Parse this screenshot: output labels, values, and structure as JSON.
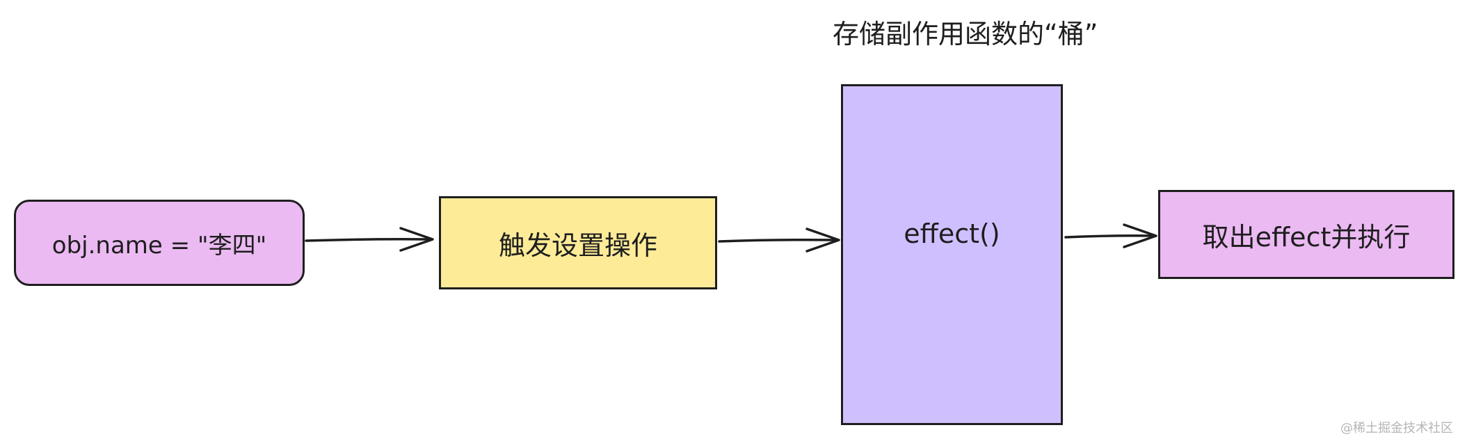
{
  "colors": {
    "stroke": "#1e1e1e",
    "start_fill": "#ebbaf2",
    "trigger_fill": "#fdeb98",
    "bucket_fill": "#d0bfff",
    "exec_fill": "#ebbaf2"
  },
  "nodes": {
    "start": {
      "label": "obj.name = \"李四\""
    },
    "trigger": {
      "label": "触发设置操作"
    },
    "bucket": {
      "title": "存储副作用函数的“桶”",
      "label": "effect()"
    },
    "exec": {
      "label": "取出effect并执行"
    }
  },
  "edges": [
    {
      "from": "start",
      "to": "trigger"
    },
    {
      "from": "trigger",
      "to": "bucket"
    },
    {
      "from": "bucket",
      "to": "exec"
    }
  ],
  "watermark": "@稀土掘金技术社区"
}
